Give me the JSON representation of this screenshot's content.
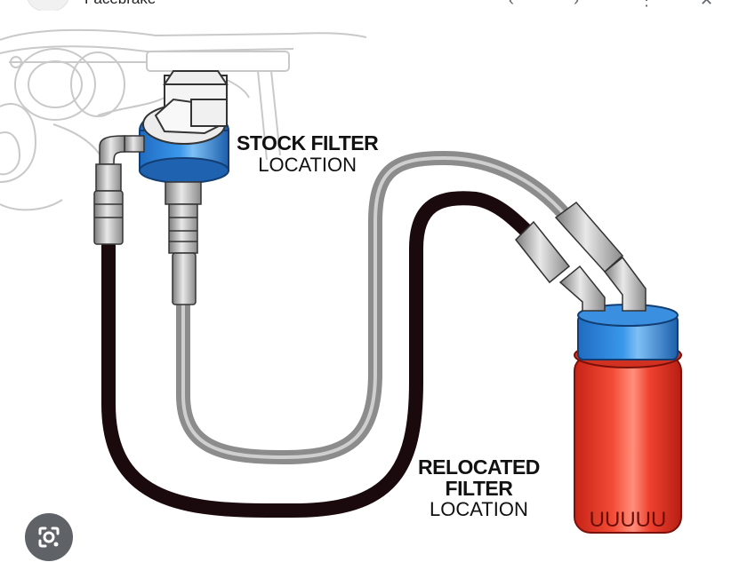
{
  "header": {
    "app_title": "Facebrake",
    "nav_back_icon": "chevron-left-icon",
    "nav_forward_icon": "chevron-right-icon",
    "more_icon": "more-vert-icon",
    "close_icon": "close-icon"
  },
  "labels": {
    "stock_line1": "STOCK FILTER",
    "stock_line2": "LOCATION",
    "relocated_line1": "RELOCATED",
    "relocated_line2": "FILTER",
    "relocated_line3": "LOCATION",
    "canister_ribs": "UUUUU"
  },
  "floating": {
    "lens_icon": "google-lens-icon"
  },
  "colors": {
    "filter_head_blue": "#2b7fd6",
    "canister_red": "#ec3b2c",
    "hose_black": "#1b0a0d",
    "hose_gray": "#8a8a8a"
  }
}
